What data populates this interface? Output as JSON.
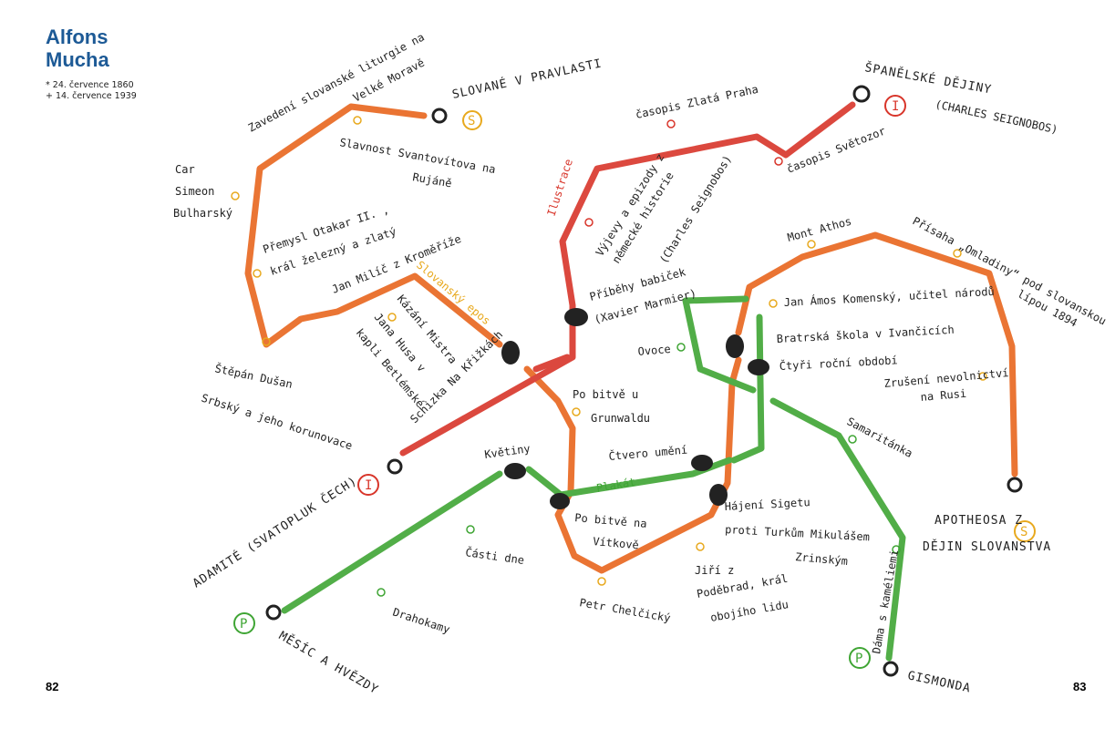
{
  "header": {
    "title_line1": "Alfons",
    "title_line2": "Mucha",
    "born": "* 24. července 1860",
    "died": "+ 14. července 1939"
  },
  "page_left": "82",
  "page_right": "83",
  "colors": {
    "orange": "#e8661e",
    "red": "#d8352a",
    "green": "#3fa534",
    "station": "#e8a91e",
    "title": "#1d5a96"
  },
  "lines": {
    "slovane": "SLOVANÉ V PRAVLASTI",
    "spanelske": "ŠPANĚLSKÉ DĚJINY",
    "seignobos": "(CHARLES SEIGNOBOS)",
    "adamite": "ADAMITÉ (SVATOPLUK ČECH)",
    "mesic": "MĚSÍC A HVĚZDY",
    "apotheosa1": "APOTHEOSA Z",
    "apotheosa2": "DĚJIN SLOVANSTVA",
    "gismonda": "GISMONDA",
    "s": "S",
    "i": "I",
    "p": "P"
  },
  "hubs": {
    "ilustrace": "Ilustrace",
    "slovansky": "Slovanský epos",
    "plakat": "Plakát"
  },
  "stations": {
    "zavedeni": "Zavedení slovanské liturgie na",
    "velke": "Velké Moravě",
    "svantovit1": "Slavnost Svantovítova na",
    "svantovit2": "Rujáně",
    "car1": "Car",
    "car2": "Simeon",
    "car3": "Bulharský",
    "premysl1": "Přemysl Otakar II. ,",
    "premysl2": "král železný a zlatý",
    "milic": "Jan Milíč z Kroměříže",
    "kazani1": "Kázání Mistra",
    "kazani2": "Jana Husa v",
    "kazani3": "kapli Betlémské",
    "stepan1": "Štěpán Dušan",
    "stepan2": "Srbský a jeho korunovace",
    "schizka": "Schizka Na Křižkách",
    "zlata": "časopis Zlatá Praha",
    "svetozor": "časopis Světozor",
    "vyjevy1": "Výjevy a epizody z",
    "vyjevy2": "německé historie",
    "vyjevy3": "(Charles Seignobos)",
    "pribehy1": "Příběhy babiček",
    "pribehy2": "(Xavier Marmier)",
    "athos": "Mont Athos",
    "prisaha1": "Přísaha „Omladiny“ pod slovanskou",
    "prisaha2": "lípou 1894",
    "komensky": "Jan Ámos Komenský, učitel národů",
    "bratrska": "Bratrská škola v Ivančicích",
    "ctyri": "Čtyři roční období",
    "ovoce": "Ovoce",
    "zruseni1": "Zrušení nevolnictví",
    "zruseni2": "na Rusi",
    "grunwald1": "Po bitvě u",
    "grunwald2": "Grunwaldu",
    "samaritanka": "Samaritánka",
    "kvetiny": "Květiny",
    "ctvero": "Čtvero umění",
    "vitkov1": "Po bitvě na",
    "vitkov2": "Vítkově",
    "sigetu1": "Hájení Sigetu",
    "sigetu2": "proti Turkům Mikulášem",
    "sigetu3": "Zrinským",
    "jiri1": "Jiří z",
    "jiri2": "Poděbrad, král",
    "jiri3": "obojího lidu",
    "casti": "Části dne",
    "drahokamy": "Drahokamy",
    "chelcicky": "Petr Chelčický",
    "dama": "Dáma s kaméliemi"
  }
}
